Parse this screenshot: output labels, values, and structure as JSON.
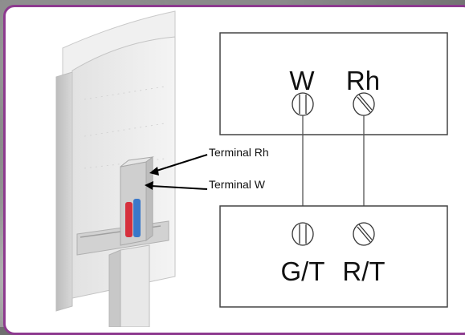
{
  "diagram": {
    "thermostat_labels": {
      "terminal_rh": "Terminal Rh",
      "terminal_w": "Terminal W"
    },
    "top_box": {
      "left_terminal": "W",
      "right_terminal": "Rh"
    },
    "bottom_box": {
      "left_terminal": "G/T",
      "right_terminal": "R/T"
    },
    "colors": {
      "frame_border": "#8d3a8f",
      "wire_red": "#d6303d",
      "wire_blue": "#3a78c9"
    }
  }
}
